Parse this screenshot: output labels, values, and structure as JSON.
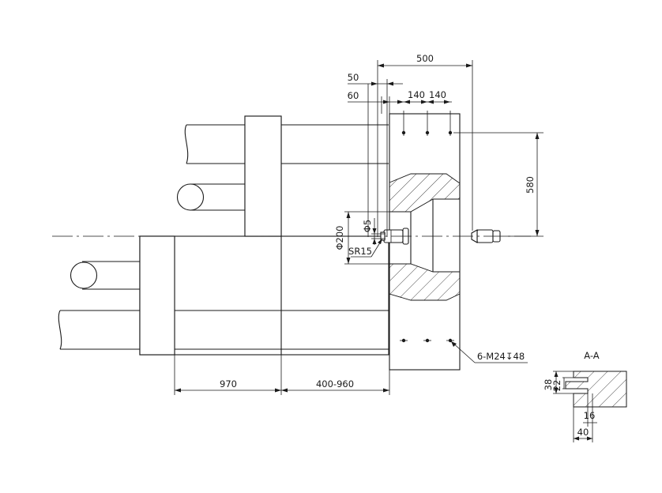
{
  "dimensions": {
    "width_500": "500",
    "offset_50": "50",
    "offset_60": "60",
    "pitch_140_a": "140",
    "pitch_140_b": "140",
    "height_580": "580",
    "diameter_200": "Φ200",
    "diameter_5": "Φ5",
    "radius_sr15": "SR15",
    "length_970": "970",
    "stroke_400_960": "400-960",
    "holes_note": "6-M24↧48"
  },
  "section_view": {
    "title": "A-A",
    "dim_38": "38",
    "dim_22": "22",
    "dim_16": "16",
    "dim_40": "40"
  }
}
